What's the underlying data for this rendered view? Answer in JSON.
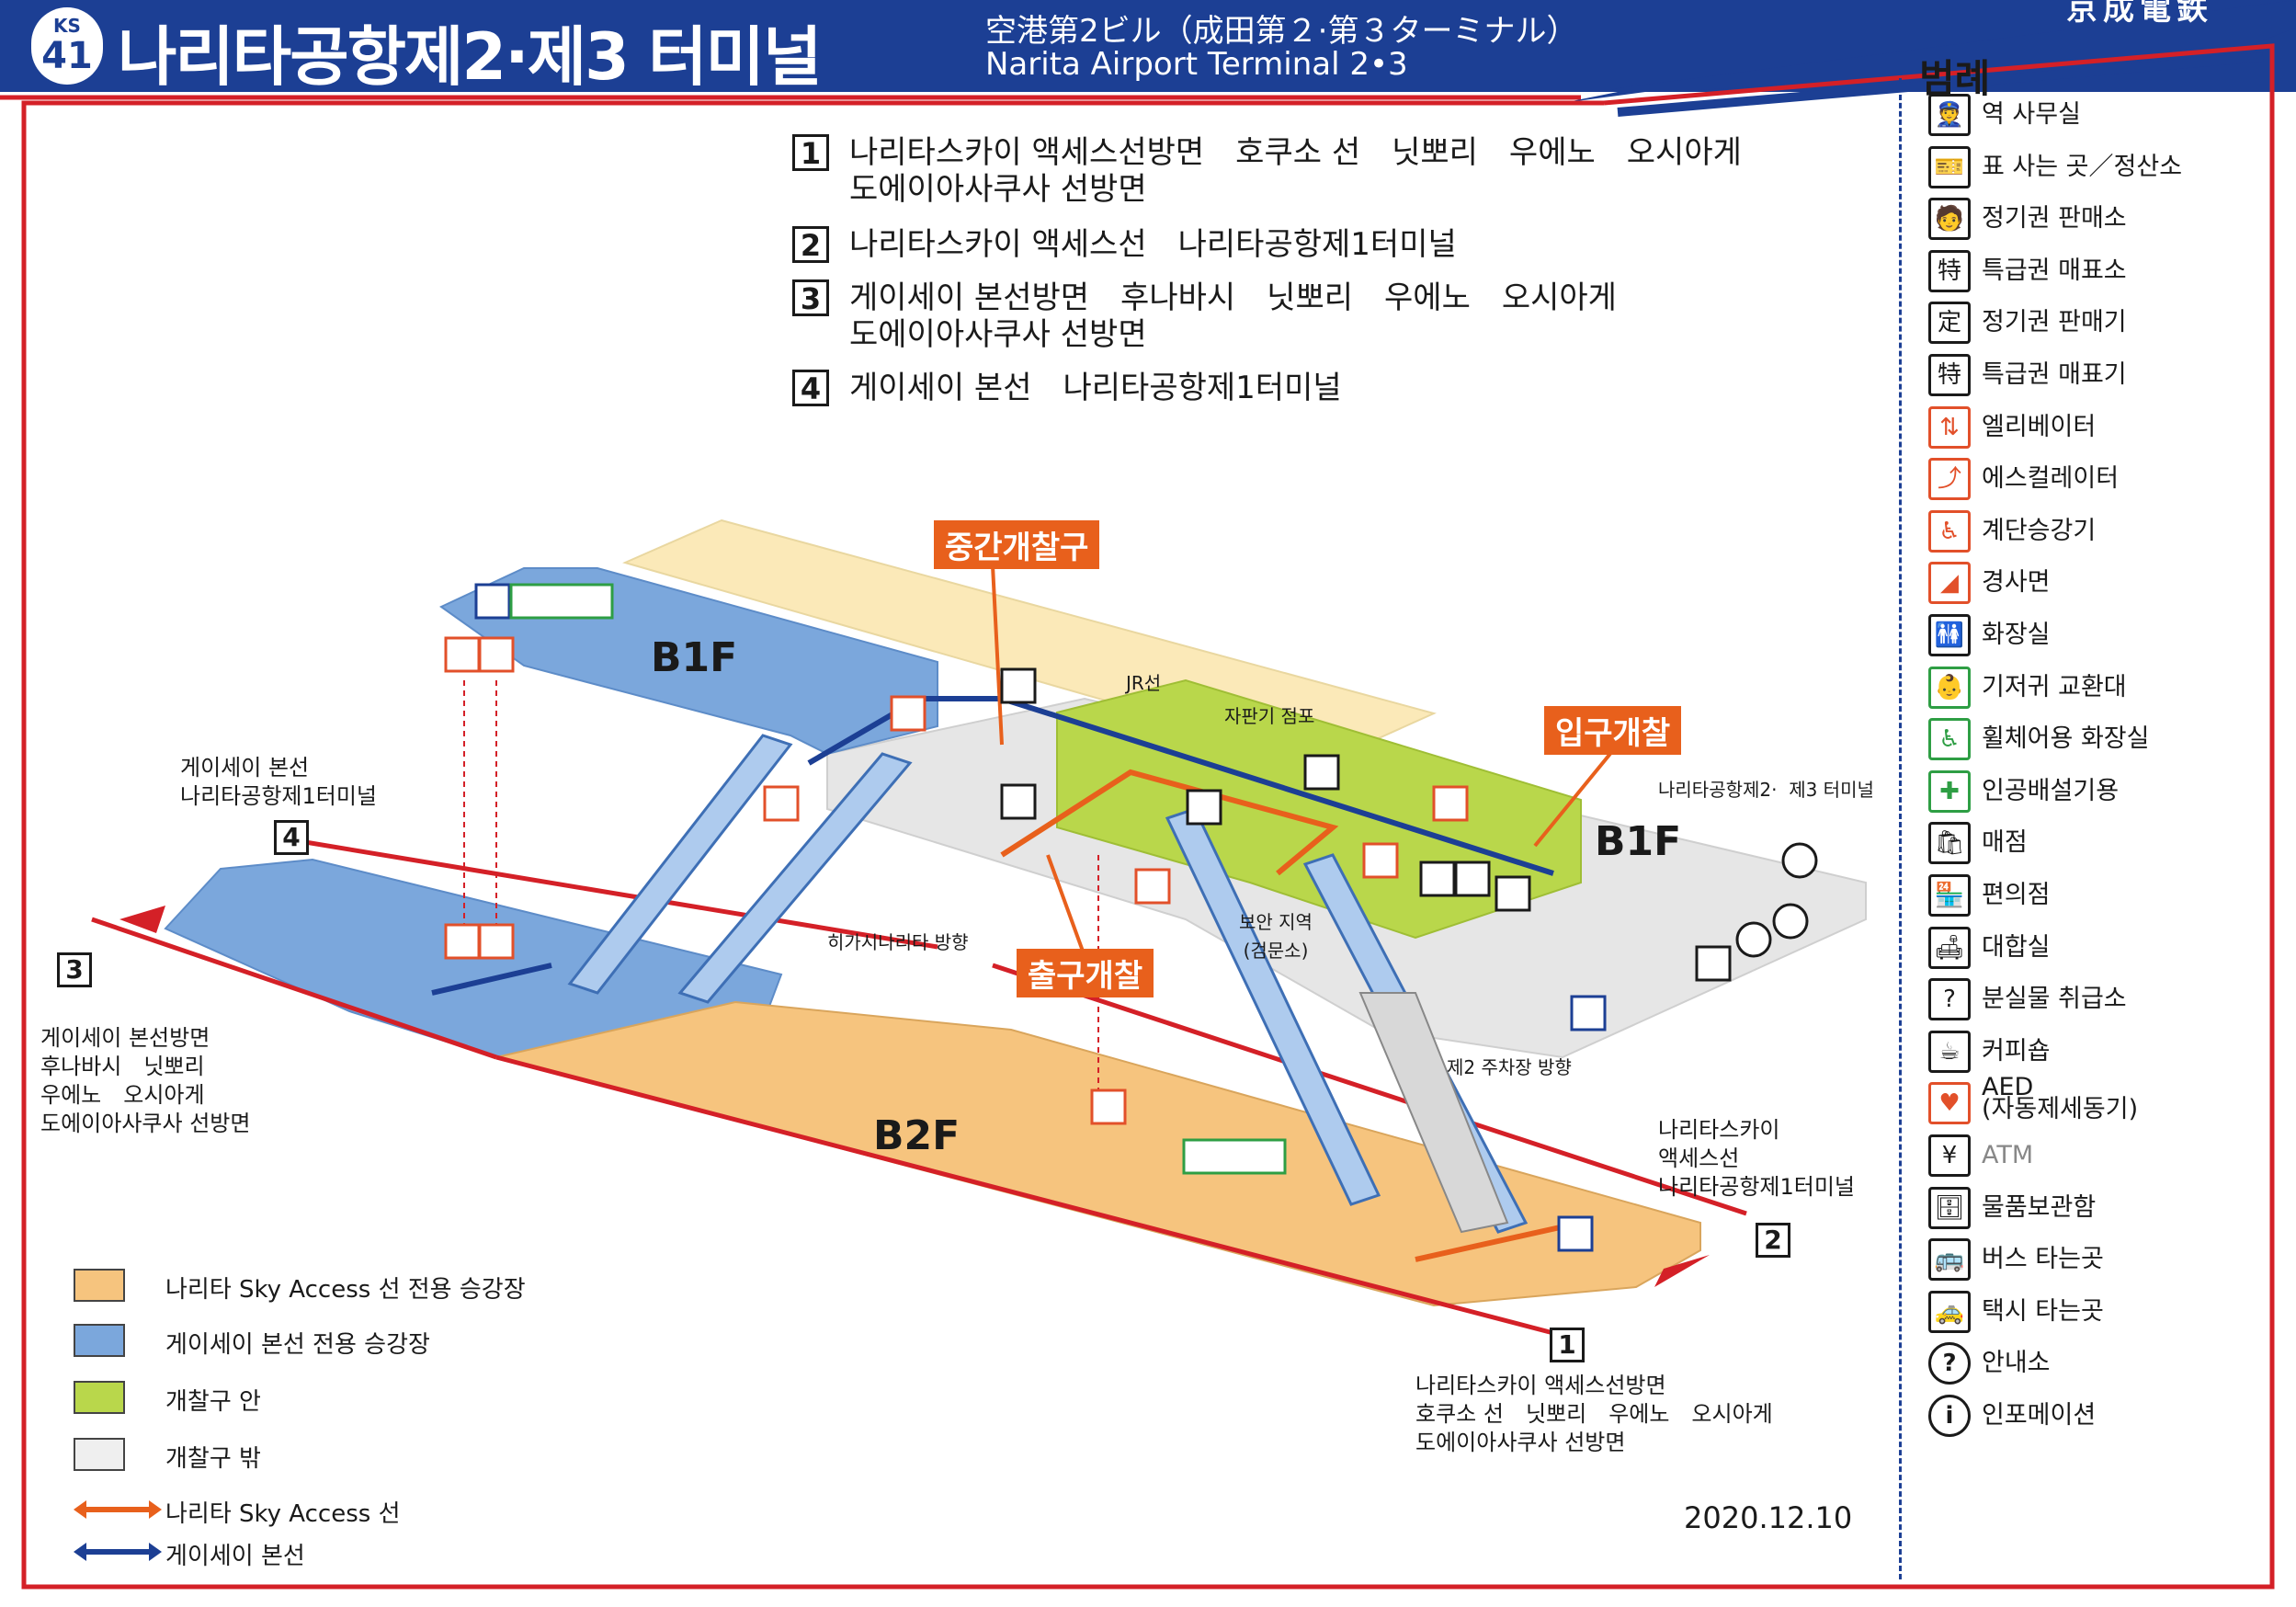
{
  "header": {
    "station_code": "KS",
    "station_number": "41",
    "station_name_ko": "나리타공항제2·제3 터미널",
    "station_name_ja": "空港第2ビル（成田第２·第３ターミナル）",
    "station_name_en": "Narita Airport Terminal 2•3",
    "operator_logo": "京成電鉄"
  },
  "directions": [
    {
      "num": "1",
      "text": "나리타스카이 액세스선방면　호쿠소 선　닛뽀리　우에노　오시아게\n도에이아사쿠사 선방면"
    },
    {
      "num": "2",
      "text": "나리타스카이 액세스선　나리타공항제1터미널"
    },
    {
      "num": "3",
      "text": "게이세이 본선방면　후나바시　닛뽀리　우에노　오시아게\n도에이아사쿠사 선방면"
    },
    {
      "num": "4",
      "text": "게이세이 본선　나리타공항제1터미널"
    }
  ],
  "map": {
    "floors": {
      "b1f_left": "B1F",
      "b1f_right": "B1F",
      "b2f": "B2F"
    },
    "gates": {
      "middle": "중간개찰구",
      "entrance": "입구개찰",
      "exit": "출구개찰"
    },
    "labels": {
      "jr": "JR선",
      "vending": "자판기 점포",
      "security": "보안 지역\n(검문소)",
      "higashi": "히가시나리타 방향",
      "parking": "제2 주차장 방향",
      "terminal_dir": "나리타공항제2·  제3 터미널"
    },
    "tracks": [
      {
        "num": "4",
        "caption": "게이세이 본선\n나리타공항제1터미널"
      },
      {
        "num": "3",
        "caption": "게이세이 본선방면\n후나바시　닛뽀리\n우에노　오시아게\n도에이아사쿠사 선방면"
      },
      {
        "num": "2",
        "caption": "나리타스카이\n액세스선\n나리타공항제1터미널"
      },
      {
        "num": "1",
        "caption": "나리타스카이 액세스선방면\n호쿠소 선　닛뽀리　우에노　오시아게\n도에이아사쿠사 선방면"
      }
    ]
  },
  "legend": {
    "title": "범례",
    "items": [
      {
        "icon": "station-office-icon",
        "glyph": "👮",
        "color": "",
        "label": "역 사무실"
      },
      {
        "icon": "ticket-office-icon",
        "glyph": "🎫",
        "color": "",
        "label": "표 사는 곳／정산소"
      },
      {
        "icon": "commuter-pass-office-icon",
        "glyph": "🧑",
        "color": "",
        "label": "정기권 판매소"
      },
      {
        "icon": "express-ticket-office-icon",
        "glyph": "特",
        "color": "",
        "label": "특급권 매표소"
      },
      {
        "icon": "commuter-pass-machine-icon",
        "glyph": "定",
        "color": "",
        "label": "정기권 판매기"
      },
      {
        "icon": "express-ticket-machine-icon",
        "glyph": "特",
        "color": "",
        "label": "특급권 매표기"
      },
      {
        "icon": "elevator-icon",
        "glyph": "⇅",
        "color": "red",
        "label": "엘리베이터"
      },
      {
        "icon": "escalator-icon",
        "glyph": "⤴",
        "color": "red",
        "label": "에스컬레이터"
      },
      {
        "icon": "stair-lift-icon",
        "glyph": "♿",
        "color": "red",
        "label": "계단승강기"
      },
      {
        "icon": "slope-icon",
        "glyph": "◢",
        "color": "red",
        "label": "경사면"
      },
      {
        "icon": "restroom-icon",
        "glyph": "🚻",
        "color": "",
        "label": "화장실"
      },
      {
        "icon": "diaper-change-icon",
        "glyph": "👶",
        "color": "green",
        "label": "기저귀 교환대"
      },
      {
        "icon": "wheelchair-restroom-icon",
        "glyph": "♿",
        "color": "green",
        "label": "휠체어용 화장실"
      },
      {
        "icon": "ostomate-icon",
        "glyph": "✚",
        "color": "green",
        "label": "인공배설기용"
      },
      {
        "icon": "shop-icon",
        "glyph": "🛍",
        "color": "",
        "label": "매점"
      },
      {
        "icon": "convenience-store-icon",
        "glyph": "🏪",
        "color": "",
        "label": "편의점"
      },
      {
        "icon": "waiting-room-icon",
        "glyph": "🛋",
        "color": "",
        "label": "대합실"
      },
      {
        "icon": "lost-and-found-icon",
        "glyph": "?",
        "color": "",
        "label": "분실물 취급소"
      },
      {
        "icon": "coffee-shop-icon",
        "glyph": "☕",
        "color": "",
        "label": "커피숍"
      },
      {
        "icon": "aed-icon",
        "glyph": "♥",
        "color": "red",
        "label": "AED\n(자동제세동기)"
      },
      {
        "icon": "atm-icon",
        "glyph": "¥",
        "color": "",
        "label": "ATM"
      },
      {
        "icon": "locker-icon",
        "glyph": "🗄",
        "color": "",
        "label": "물품보관함"
      },
      {
        "icon": "bus-icon",
        "glyph": "🚌",
        "color": "",
        "label": "버스 타는곳"
      },
      {
        "icon": "taxi-icon",
        "glyph": "🚕",
        "color": "",
        "label": "택시 타는곳"
      },
      {
        "icon": "information-desk-icon",
        "glyph": "?",
        "color": "round",
        "label": "안내소"
      },
      {
        "icon": "information-icon",
        "glyph": "i",
        "color": "round",
        "label": "인포메이션"
      }
    ]
  },
  "keys": [
    {
      "type": "swatch",
      "color": "#f6c47e",
      "label": "나리타 Sky Access 선 전용 승강장"
    },
    {
      "type": "swatch",
      "color": "#7ba7dc",
      "label": "게이세이 본선 전용 승강장"
    },
    {
      "type": "swatch",
      "color": "#b9d74b",
      "label": "개찰구 안"
    },
    {
      "type": "swatch",
      "color": "#efefef",
      "label": "개찰구 밖"
    },
    {
      "type": "line",
      "color": "#e8601c",
      "label": "나리타 Sky Access 선"
    },
    {
      "type": "line",
      "color": "#1c3f94",
      "label": "게이세이 본선"
    }
  ],
  "date": "2020.12.10",
  "colors": {
    "keisei_blue": "#1c3f94",
    "frame_red": "#d42027",
    "sky_access_orange": "#e8601c",
    "b1f_platform": "#7ba7dc",
    "b2f_platform": "#f6c47e",
    "paid_area": "#b9d74b",
    "unpaid_area": "#e6e6e6",
    "jr_area": "#fbe9b8"
  }
}
